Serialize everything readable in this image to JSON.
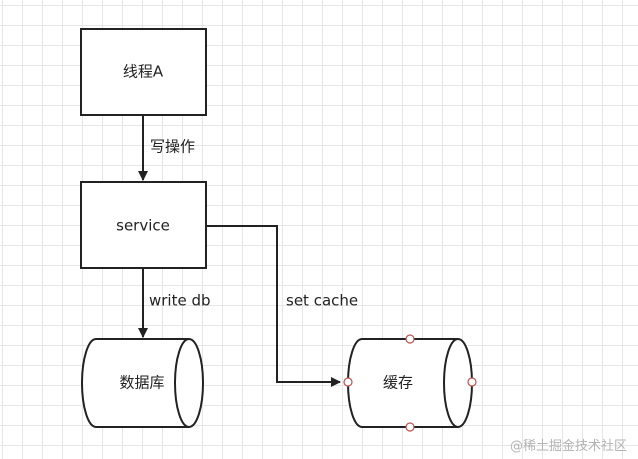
{
  "nodes": {
    "thread_a": "线程A",
    "service": "service",
    "database": "数据库",
    "cache": "缓存"
  },
  "edges": {
    "write_op": "写操作",
    "write_db": "write db",
    "set_cache": "set cache"
  },
  "watermark": "@稀土掘金技术社区",
  "colors": {
    "stroke": "#222222",
    "port_stroke": "#b85450",
    "grid": "#e6e6e6"
  }
}
